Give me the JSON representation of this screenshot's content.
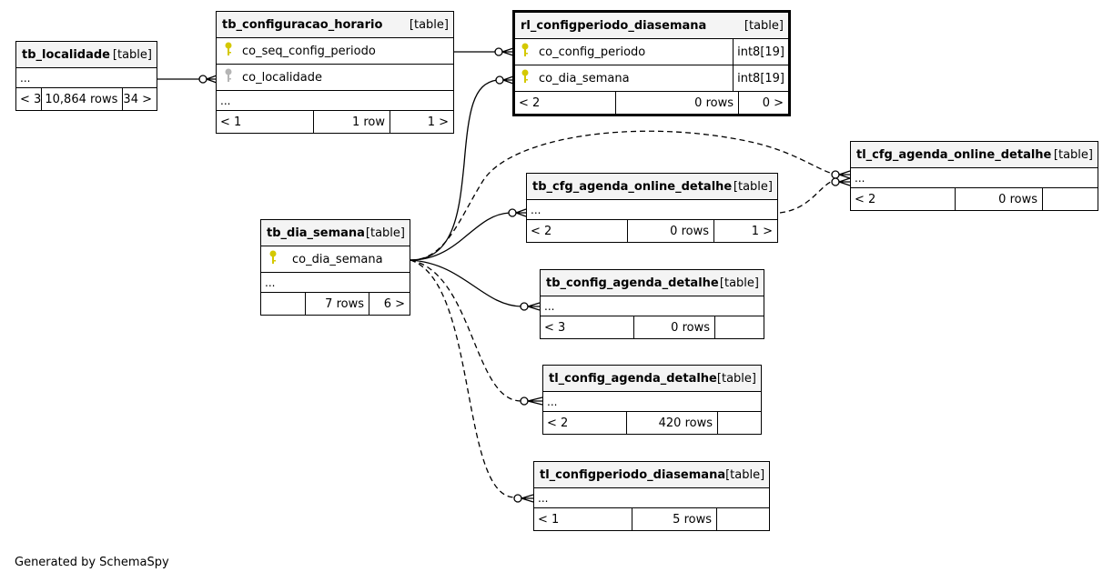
{
  "generated_by": "Generated by SchemaSpy",
  "colors": {
    "key_primary": "#d4c800",
    "key_foreign": "#b5b5b5",
    "header_bg": "#f4f4f4"
  },
  "tables": {
    "tb_localidade": {
      "name": "tb_localidade",
      "type": "[table]",
      "ellipsis": "...",
      "parents": "< 3",
      "rows": "10,864 rows",
      "children": "34 >"
    },
    "tb_configuracao_horario": {
      "name": "tb_configuracao_horario",
      "type": "[table]",
      "columns": [
        {
          "name": "co_seq_config_periodo",
          "key": "key-icon"
        },
        {
          "name": "co_localidade",
          "key": "foreign-key-icon"
        }
      ],
      "ellipsis": "...",
      "parents": "< 1",
      "rows": "1 row",
      "children": "1 >"
    },
    "rl_configperiodo_diasemana": {
      "name": "rl_configperiodo_diasemana",
      "type": "[table]",
      "columns": [
        {
          "name": "co_config_periodo",
          "type": "int8[19]",
          "key": "key-icon"
        },
        {
          "name": "co_dia_semana",
          "type": "int8[19]",
          "key": "key-icon"
        }
      ],
      "parents": "< 2",
      "rows": "0 rows",
      "children": "0 >"
    },
    "tl_cfg_agenda_online_detalhe": {
      "name": "tl_cfg_agenda_online_detalhe",
      "type": "[table]",
      "ellipsis": "...",
      "parents": "< 2",
      "rows": "0 rows",
      "children": ""
    },
    "tb_cfg_agenda_online_detalhe": {
      "name": "tb_cfg_agenda_online_detalhe",
      "type": "[table]",
      "ellipsis": "...",
      "parents": "< 2",
      "rows": "0 rows",
      "children": "1 >"
    },
    "tb_dia_semana": {
      "name": "tb_dia_semana",
      "type": "[table]",
      "columns": [
        {
          "name": "co_dia_semana",
          "key": "key-icon"
        }
      ],
      "ellipsis": "...",
      "parents": "",
      "rows": "7 rows",
      "children": "6 >"
    },
    "tb_config_agenda_detalhe": {
      "name": "tb_config_agenda_detalhe",
      "type": "[table]",
      "ellipsis": "...",
      "parents": "< 3",
      "rows": "0 rows",
      "children": ""
    },
    "tl_config_agenda_detalhe": {
      "name": "tl_config_agenda_detalhe",
      "type": "[table]",
      "ellipsis": "...",
      "parents": "< 2",
      "rows": "420 rows",
      "children": ""
    },
    "tl_configperiodo_diasemana": {
      "name": "tl_configperiodo_diasemana",
      "type": "[table]",
      "ellipsis": "...",
      "parents": "< 1",
      "rows": "5 rows",
      "children": ""
    }
  }
}
